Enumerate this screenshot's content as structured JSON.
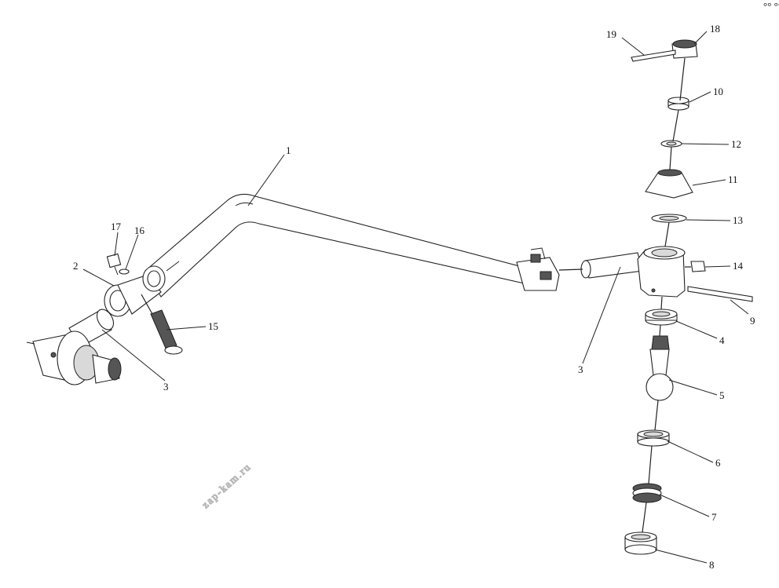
{
  "watermark": "zap-kam.ru",
  "corner_mark": "°° °°°",
  "callouts": [
    {
      "id": "1",
      "label": "1"
    },
    {
      "id": "2",
      "label": "2"
    },
    {
      "id": "3a",
      "label": "3"
    },
    {
      "id": "3b",
      "label": "3"
    },
    {
      "id": "4",
      "label": "4"
    },
    {
      "id": "5",
      "label": "5"
    },
    {
      "id": "6",
      "label": "6"
    },
    {
      "id": "7",
      "label": "7"
    },
    {
      "id": "8",
      "label": "8"
    },
    {
      "id": "9",
      "label": "9"
    },
    {
      "id": "10",
      "label": "10"
    },
    {
      "id": "11",
      "label": "11"
    },
    {
      "id": "12",
      "label": "12"
    },
    {
      "id": "13",
      "label": "13"
    },
    {
      "id": "14",
      "label": "14"
    },
    {
      "id": "15",
      "label": "15"
    },
    {
      "id": "16",
      "label": "16"
    },
    {
      "id": "17",
      "label": "17"
    },
    {
      "id": "18",
      "label": "18"
    },
    {
      "id": "19",
      "label": "19"
    }
  ]
}
